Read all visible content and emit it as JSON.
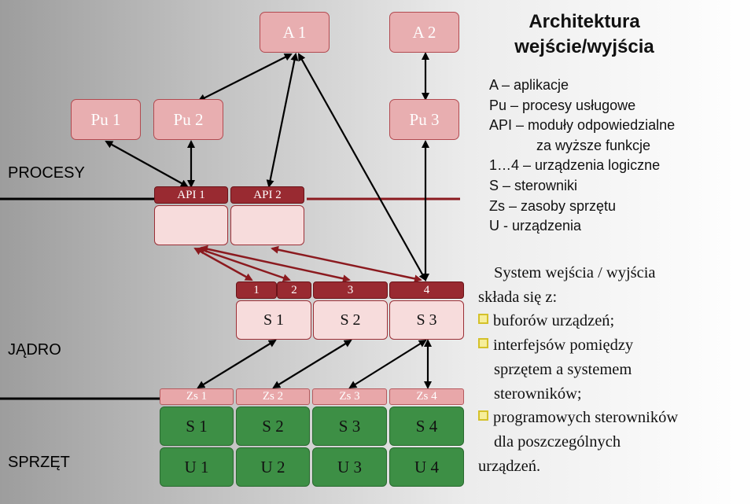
{
  "title": [
    "Architektura",
    "wejście/wyjścia"
  ],
  "layers": {
    "procesy": "PROCESY",
    "jadro": "JĄDRO",
    "sprzet": "SPRZĘT"
  },
  "apps": [
    "A 1",
    "A 2"
  ],
  "services": [
    "Pu 1",
    "Pu 2",
    "Pu 3"
  ],
  "api": [
    "API 1",
    "API 2"
  ],
  "logical": [
    "1",
    "2",
    "3",
    "4"
  ],
  "kernel_drivers": [
    "S 1",
    "S 2",
    "S 3"
  ],
  "resources": [
    "Zs 1",
    "Zs 2",
    "Zs 3",
    "Zs 4"
  ],
  "hw_drivers": [
    "S 1",
    "S 2",
    "S 3",
    "S 4"
  ],
  "devices": [
    "U 1",
    "U 2",
    "U 3",
    "U 4"
  ],
  "legend": [
    "A – aplikacje",
    "Pu – procesy usługowe",
    "API – moduły odpowiedzialne",
    "za wyższe funkcje",
    "1…4 – urządzenia logiczne",
    "S – sterowniki",
    "Zs – zasoby sprzętu",
    "U - urządzenia"
  ],
  "system": {
    "intro": [
      "System wejścia / wyjścia",
      "składa się z:"
    ],
    "item1": "buforów urządzeń;",
    "item2": [
      "interfejsów pomiędzy",
      "sprzętem a systemem",
      "sterowników;"
    ],
    "item3": [
      "programowych sterowników",
      "dla poszczególnych",
      "urządzeń."
    ]
  }
}
